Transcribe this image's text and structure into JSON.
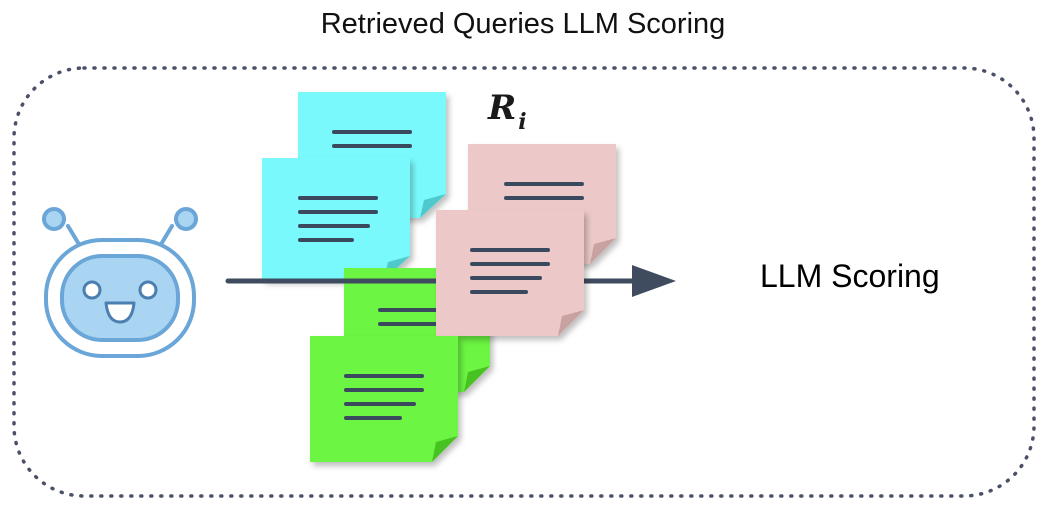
{
  "diagram": {
    "title": "Retrieved Queries LLM Scoring",
    "set_label": "R",
    "set_label_subscript": "i",
    "output_label": "LLM Scoring"
  },
  "colors": {
    "border": "#4a5068",
    "arrow": "#3f4b5f",
    "note_cyan": "#79f9fb",
    "note_pink": "#ecc9c8",
    "note_green": "#6cf542",
    "note_lines": "#3b4a5f",
    "robot_outline": "#6aa6d8",
    "robot_face": "#a9d4f2"
  },
  "icons": {
    "agent": "robot-icon",
    "documents": "sticky-note-icon"
  }
}
